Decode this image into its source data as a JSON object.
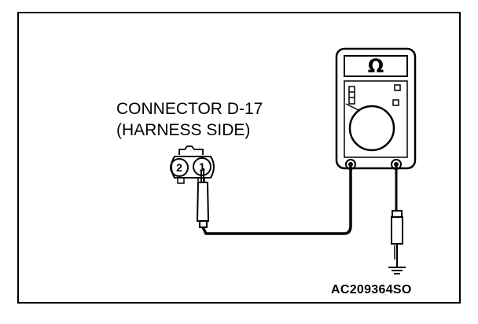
{
  "connector": {
    "line1": "CONNECTOR D-17",
    "line2": "(HARNESS SIDE)",
    "pins": [
      "2",
      "1"
    ]
  },
  "multimeter": {
    "mode_symbol": "Ω"
  },
  "reference_code": "AC209364SO",
  "colors": {
    "line": "#000000",
    "background": "#ffffff"
  }
}
